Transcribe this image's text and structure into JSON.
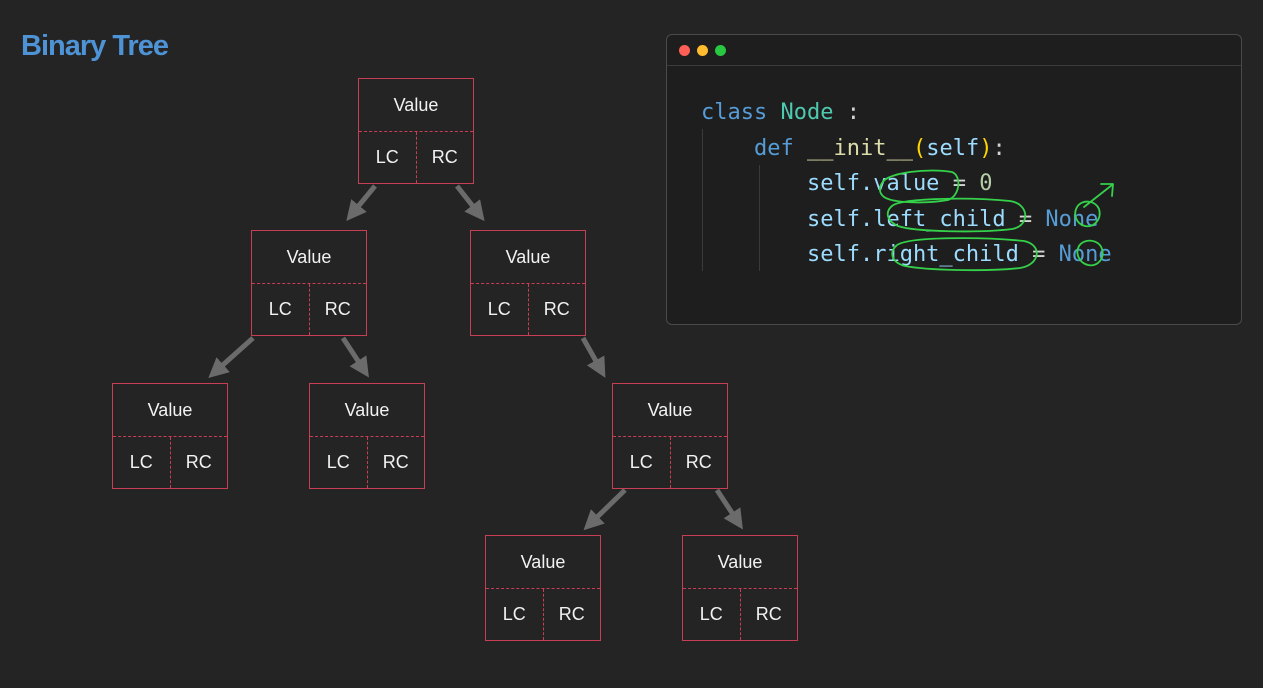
{
  "title": "Binary Tree",
  "colors": {
    "background": "#242424",
    "title": "#4d93d6",
    "node_border": "#c73e55",
    "arrow": "#6b6b6b",
    "annotation_ink": "#35d14a"
  },
  "node_labels": {
    "value": "Value",
    "left": "LC",
    "right": "RC"
  },
  "tree": {
    "nodes": [
      "root",
      "l",
      "r",
      "ll",
      "lr",
      "rl",
      "rll",
      "rlr"
    ],
    "edges": [
      [
        "root",
        "l"
      ],
      [
        "root",
        "r"
      ],
      [
        "l",
        "ll"
      ],
      [
        "l",
        "lr"
      ],
      [
        "r",
        "rl"
      ],
      [
        "rl",
        "rll"
      ],
      [
        "rl",
        "rlr"
      ]
    ]
  },
  "editor": {
    "window_dots": [
      "#ff5f57",
      "#febc2e",
      "#28c840"
    ],
    "code": {
      "line1": {
        "kw": "class",
        "name": "Node",
        "colon": ":"
      },
      "line2": {
        "kw": "def",
        "fn": "__init__",
        "lp": "(",
        "param": "self",
        "rp": ")",
        "colon": ":"
      },
      "line3": {
        "obj": "self.",
        "attr": "value",
        "op": "=",
        "val": "0"
      },
      "line4": {
        "obj": "self.",
        "attr": "left_child",
        "op": "=",
        "val": "None"
      },
      "line5": {
        "obj": "self.",
        "attr": "right_child",
        "op": "=",
        "val": "None"
      }
    }
  }
}
